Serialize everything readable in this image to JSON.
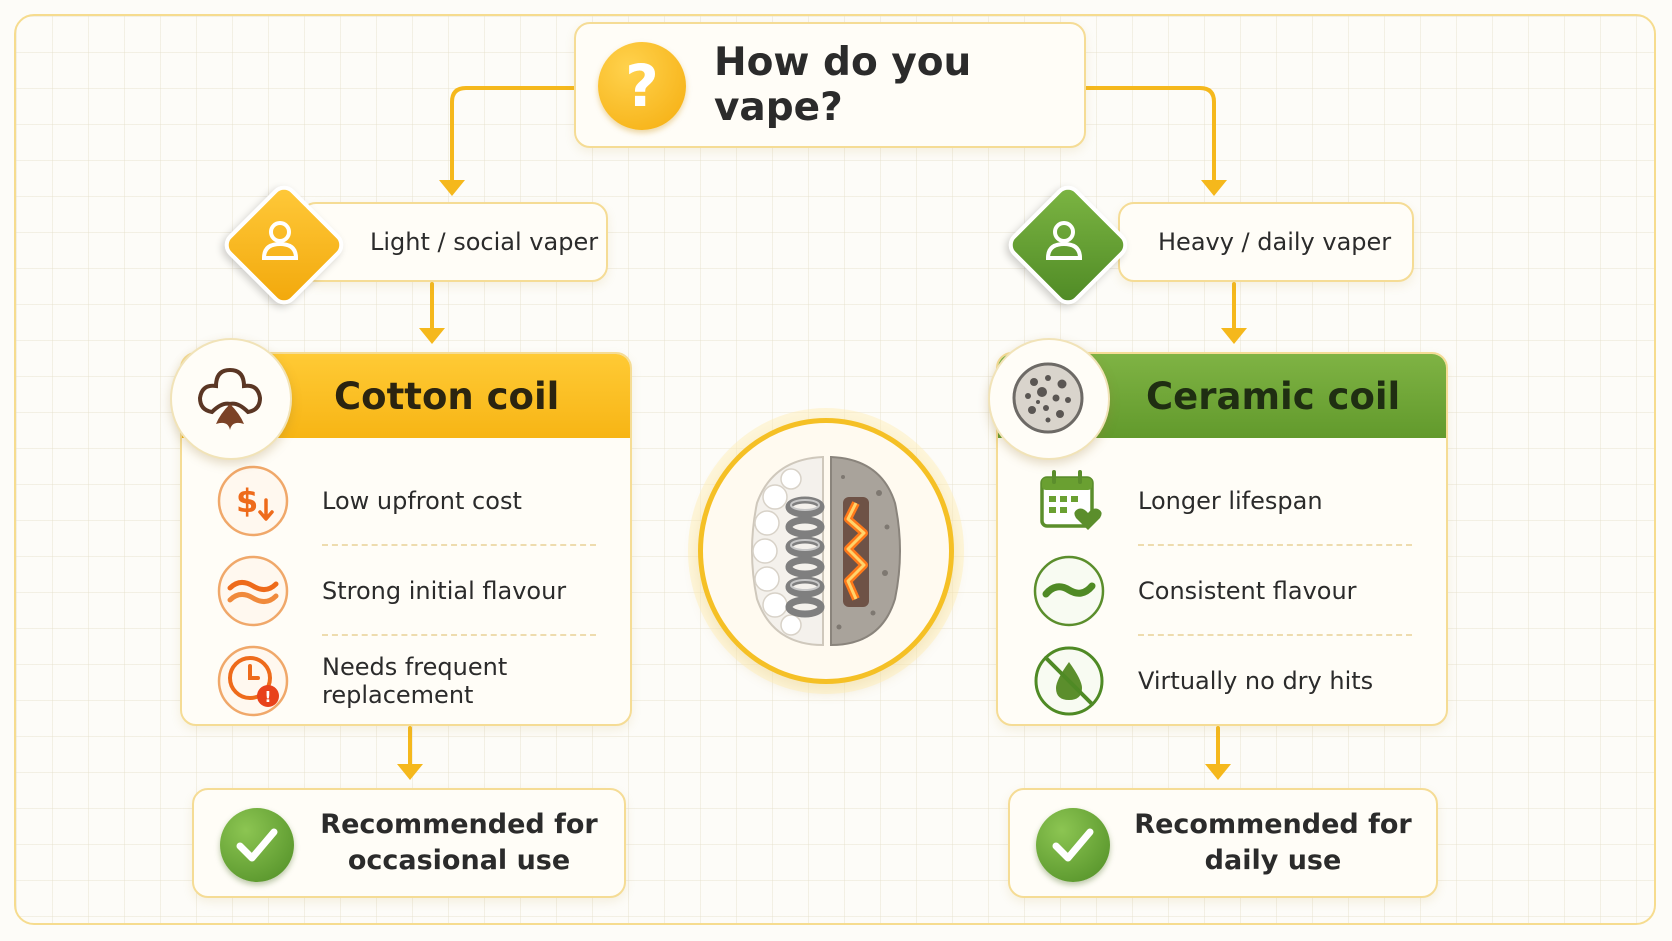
{
  "question": {
    "text": "How do you vape?",
    "icon": "question-mark-icon",
    "symbol": "?"
  },
  "paths": [
    {
      "vaper_label": "Light / social vaper",
      "vaper_icon": "user-icon",
      "coil_title": "Cotton coil",
      "coil_icon": "cotton-flower-icon",
      "color": "#f7b515",
      "features": [
        {
          "text": "Low upfront cost",
          "icon": "dollar-down-icon"
        },
        {
          "text": "Strong initial flavour",
          "icon": "flavour-waves-icon"
        },
        {
          "text": "Needs frequent replacement",
          "icon": "clock-alert-icon"
        }
      ],
      "recommendation": {
        "line1": "Recommended for",
        "line2": "occasional use",
        "icon": "check-icon"
      }
    },
    {
      "vaper_label": "Heavy / daily vaper",
      "vaper_icon": "user-icon",
      "coil_title": "Ceramic coil",
      "coil_icon": "ceramic-disc-icon",
      "color": "#6aa031",
      "features": [
        {
          "text": "Longer lifespan",
          "icon": "calendar-heart-icon"
        },
        {
          "text": "Consistent flavour",
          "icon": "flavour-wave-icon"
        },
        {
          "text": "Virtually no dry hits",
          "icon": "no-drop-icon"
        }
      ],
      "recommendation": {
        "line1": "Recommended for",
        "line2": "daily use",
        "icon": "check-icon"
      }
    }
  ],
  "center_image": "coil-cross-section-illustration",
  "colors": {
    "accent_yellow": "#f7b515",
    "accent_green": "#6aa031",
    "border": "#f5dc95"
  }
}
